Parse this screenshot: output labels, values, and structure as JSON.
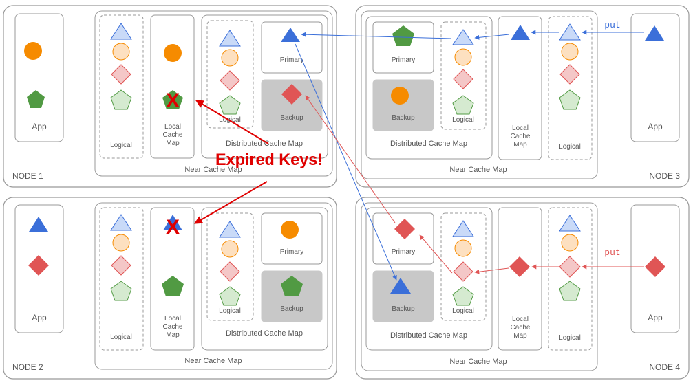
{
  "nodes": [
    {
      "id": 1,
      "label": "NODE 1"
    },
    {
      "id": 2,
      "label": "NODE 2"
    },
    {
      "id": 3,
      "label": "NODE 3"
    },
    {
      "id": 4,
      "label": "NODE 4"
    }
  ],
  "labels": {
    "app": "App",
    "logical": "Logical",
    "local_cache_map_1": "Local",
    "local_cache_map_2": "Cache",
    "local_cache_map_3": "Map",
    "primary": "Primary",
    "backup": "Backup",
    "distributed_cache_map": "Distributed Cache Map",
    "near_cache_map": "Near Cache Map",
    "put": "put",
    "expired_keys": "Expired Keys!"
  },
  "colors": {
    "blue": "#3b6fd9",
    "orange": "#f68b00",
    "red": "#e05555",
    "green": "#519a43",
    "blue_faded": "#c9daf8",
    "orange_faded": "#fde0c0",
    "red_faded": "#f4c7c7",
    "green_faded": "#d5ead0",
    "annotation_red": "#e00000",
    "backup_fill": "#c8c8c8",
    "border": "#999999"
  },
  "shape_legend": [
    "blue-triangle",
    "orange-circle",
    "red-diamond",
    "green-pentagon"
  ]
}
